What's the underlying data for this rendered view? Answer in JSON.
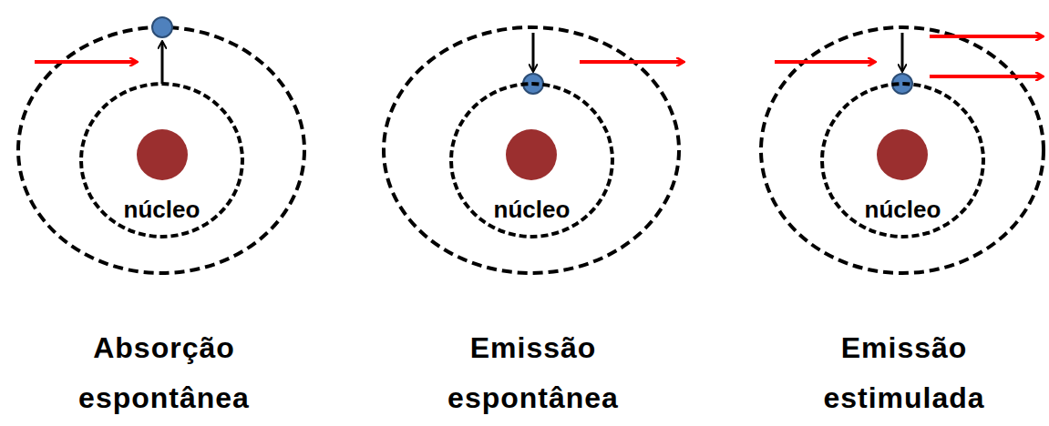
{
  "diagram": {
    "nodes": [
      {
        "text": [
          "núcleo"
        ]
      },
      {
        "text": [
          "núcleo"
        ]
      },
      {
        "text": [
          "núcleo"
        ]
      }
    ],
    "labels": [
      "Absorção espontânea",
      "Emissão espontânea",
      "Emissão estimulada"
    ]
  }
}
